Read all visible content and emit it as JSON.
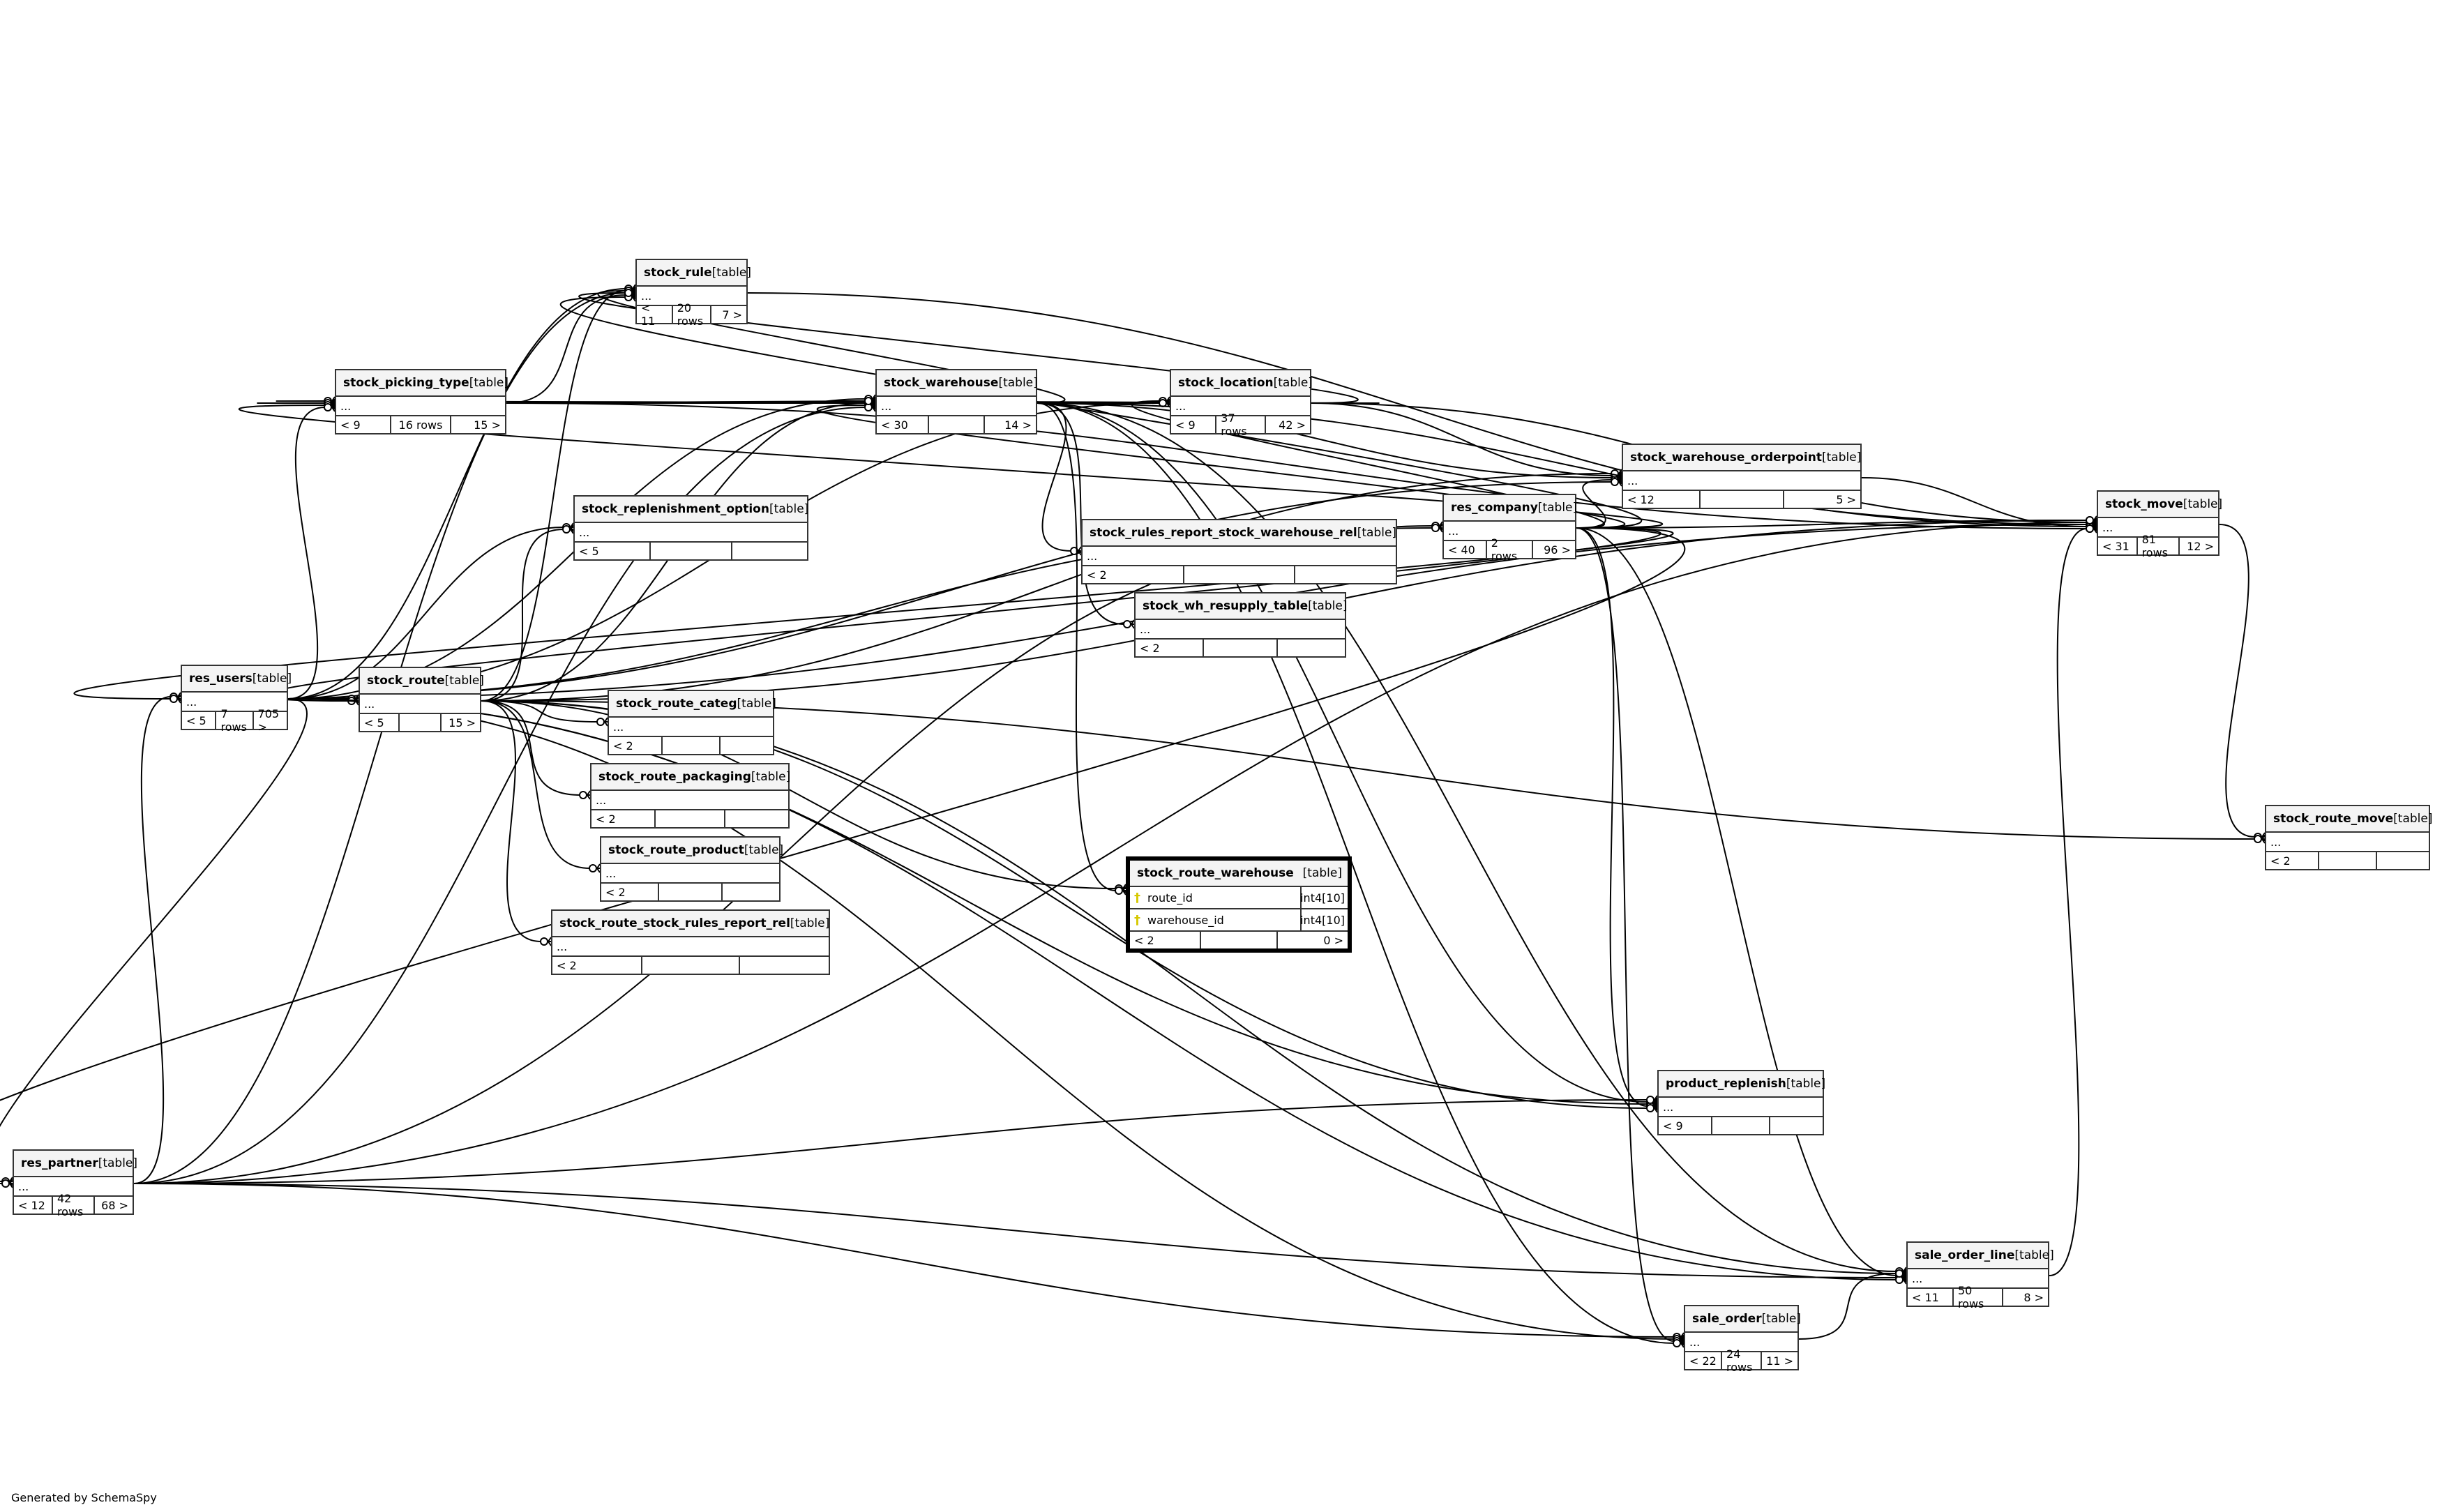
{
  "diagram": {
    "type_label": "[table]",
    "footer": "Generated by SchemaSpy",
    "tables": {
      "stock_rule": {
        "name": "stock_rule",
        "cols": "...",
        "parents": "< 11",
        "rows": "20 rows",
        "children": "7 >"
      },
      "stock_picking_type": {
        "name": "stock_picking_type",
        "cols": "...",
        "parents": "< 9",
        "rows": "16 rows",
        "children": "15 >"
      },
      "stock_warehouse": {
        "name": "stock_warehouse",
        "cols": "...",
        "parents": "< 30",
        "rows": "",
        "children": "14 >"
      },
      "stock_location": {
        "name": "stock_location",
        "cols": "...",
        "parents": "< 9",
        "rows": "37 rows",
        "children": "42 >"
      },
      "stock_warehouse_orderpoint": {
        "name": "stock_warehouse_orderpoint",
        "cols": "...",
        "parents": "< 12",
        "rows": "",
        "children": "5 >"
      },
      "res_company": {
        "name": "res_company",
        "cols": "...",
        "parents": "< 40",
        "rows": "2 rows",
        "children": "96 >"
      },
      "stock_move": {
        "name": "stock_move",
        "cols": "...",
        "parents": "< 31",
        "rows": "81 rows",
        "children": "12 >"
      },
      "stock_replenishment_option": {
        "name": "stock_replenishment_option",
        "cols": "...",
        "parents": "< 5",
        "rows": "",
        "children": ""
      },
      "stock_rules_report_stock_warehouse_rel": {
        "name": "stock_rules_report_stock_warehouse_rel",
        "cols": "...",
        "parents": "< 2",
        "rows": "",
        "children": ""
      },
      "stock_wh_resupply_table": {
        "name": "stock_wh_resupply_table",
        "cols": "...",
        "parents": "< 2",
        "rows": "",
        "children": ""
      },
      "res_users": {
        "name": "res_users",
        "cols": "...",
        "parents": "< 5",
        "rows": "7 rows",
        "children": "705 >"
      },
      "stock_route": {
        "name": "stock_route",
        "cols": "...",
        "parents": "< 5",
        "rows": "",
        "children": "15 >"
      },
      "stock_route_categ": {
        "name": "stock_route_categ",
        "cols": "...",
        "parents": "< 2",
        "rows": "",
        "children": ""
      },
      "stock_route_packaging": {
        "name": "stock_route_packaging",
        "cols": "...",
        "parents": "< 2",
        "rows": "",
        "children": ""
      },
      "stock_route_product": {
        "name": "stock_route_product",
        "cols": "...",
        "parents": "< 2",
        "rows": "",
        "children": ""
      },
      "stock_route_stock_rules_report_rel": {
        "name": "stock_route_stock_rules_report_rel",
        "cols": "...",
        "parents": "< 2",
        "rows": "",
        "children": ""
      },
      "stock_route_warehouse": {
        "name": "stock_route_warehouse",
        "parents": "< 2",
        "rows": "",
        "children": "0 >",
        "columns": [
          {
            "name": "route_id",
            "type": "int4[10]",
            "key": "primary-key-icon"
          },
          {
            "name": "warehouse_id",
            "type": "int4[10]",
            "key": "primary-key-icon"
          }
        ]
      },
      "stock_route_move": {
        "name": "stock_route_move",
        "cols": "...",
        "parents": "< 2",
        "rows": "",
        "children": ""
      },
      "res_partner": {
        "name": "res_partner",
        "cols": "...",
        "parents": "< 12",
        "rows": "42 rows",
        "children": "68 >"
      },
      "product_replenish": {
        "name": "product_replenish",
        "cols": "...",
        "parents": "< 9",
        "rows": "",
        "children": ""
      },
      "sale_order_line": {
        "name": "sale_order_line",
        "cols": "...",
        "parents": "< 11",
        "rows": "50 rows",
        "children": "8 >"
      },
      "sale_order": {
        "name": "sale_order",
        "cols": "...",
        "parents": "< 22",
        "rows": "24 rows",
        "children": "11 >"
      }
    },
    "relationships": [
      [
        "stock_rule",
        "stock_warehouse"
      ],
      [
        "stock_rule",
        "stock_location"
      ],
      [
        "stock_rule",
        "stock_picking_type"
      ],
      [
        "stock_rule",
        "res_company"
      ],
      [
        "stock_rule",
        "res_users"
      ],
      [
        "stock_rule",
        "stock_route"
      ],
      [
        "stock_rule",
        "res_partner"
      ],
      [
        "stock_picking_type",
        "stock_warehouse"
      ],
      [
        "stock_picking_type",
        "stock_location"
      ],
      [
        "stock_picking_type",
        "res_company"
      ],
      [
        "stock_picking_type",
        "res_users"
      ],
      [
        "stock_warehouse",
        "stock_location"
      ],
      [
        "stock_warehouse",
        "stock_route"
      ],
      [
        "stock_warehouse",
        "res_company"
      ],
      [
        "stock_warehouse",
        "res_partner"
      ],
      [
        "stock_warehouse",
        "res_users"
      ],
      [
        "stock_warehouse",
        "stock_picking_type"
      ],
      [
        "stock_location",
        "res_company"
      ],
      [
        "stock_location",
        "res_users"
      ],
      [
        "stock_warehouse_orderpoint",
        "stock_location"
      ],
      [
        "stock_warehouse_orderpoint",
        "stock_warehouse"
      ],
      [
        "stock_warehouse_orderpoint",
        "res_company"
      ],
      [
        "stock_warehouse_orderpoint",
        "res_users"
      ],
      [
        "stock_warehouse_orderpoint",
        "stock_route"
      ],
      [
        "res_company",
        "res_partner"
      ],
      [
        "res_company",
        "res_users"
      ],
      [
        "stock_move",
        "stock_location"
      ],
      [
        "stock_move",
        "stock_warehouse"
      ],
      [
        "stock_move",
        "stock_rule"
      ],
      [
        "stock_move",
        "stock_picking_type"
      ],
      [
        "stock_move",
        "res_company"
      ],
      [
        "stock_move",
        "res_partner"
      ],
      [
        "stock_move",
        "res_users"
      ],
      [
        "stock_move",
        "stock_warehouse_orderpoint"
      ],
      [
        "stock_move",
        "sale_order_line"
      ],
      [
        "stock_move",
        "stock_route"
      ],
      [
        "stock_replenishment_option",
        "res_users"
      ],
      [
        "stock_replenishment_option",
        "stock_route"
      ],
      [
        "stock_rules_report_stock_warehouse_rel",
        "stock_warehouse"
      ],
      [
        "stock_wh_resupply_table",
        "stock_warehouse"
      ],
      [
        "res_users",
        "res_partner"
      ],
      [
        "res_users",
        "res_company"
      ],
      [
        "stock_route",
        "res_users"
      ],
      [
        "stock_route",
        "res_company"
      ],
      [
        "stock_route_categ",
        "stock_route"
      ],
      [
        "stock_route_packaging",
        "stock_route"
      ],
      [
        "stock_route_product",
        "stock_route"
      ],
      [
        "stock_route_stock_rules_report_rel",
        "stock_route"
      ],
      [
        "stock_route_warehouse",
        "stock_route"
      ],
      [
        "stock_route_warehouse",
        "stock_warehouse"
      ],
      [
        "stock_route_move",
        "stock_move"
      ],
      [
        "stock_route_move",
        "stock_route"
      ],
      [
        "res_partner",
        "res_users"
      ],
      [
        "res_partner",
        "res_company"
      ],
      [
        "product_replenish",
        "stock_warehouse"
      ],
      [
        "product_replenish",
        "res_users"
      ],
      [
        "product_replenish",
        "res_company"
      ],
      [
        "product_replenish",
        "stock_route"
      ],
      [
        "product_replenish",
        "res_partner"
      ],
      [
        "sale_order_line",
        "sale_order"
      ],
      [
        "sale_order_line",
        "res_company"
      ],
      [
        "sale_order_line",
        "res_partner"
      ],
      [
        "sale_order_line",
        "res_users"
      ],
      [
        "sale_order_line",
        "stock_warehouse"
      ],
      [
        "sale_order_line",
        "stock_route"
      ],
      [
        "sale_order",
        "res_partner"
      ],
      [
        "sale_order",
        "res_users"
      ],
      [
        "sale_order",
        "res_company"
      ],
      [
        "sale_order",
        "stock_warehouse"
      ]
    ]
  }
}
